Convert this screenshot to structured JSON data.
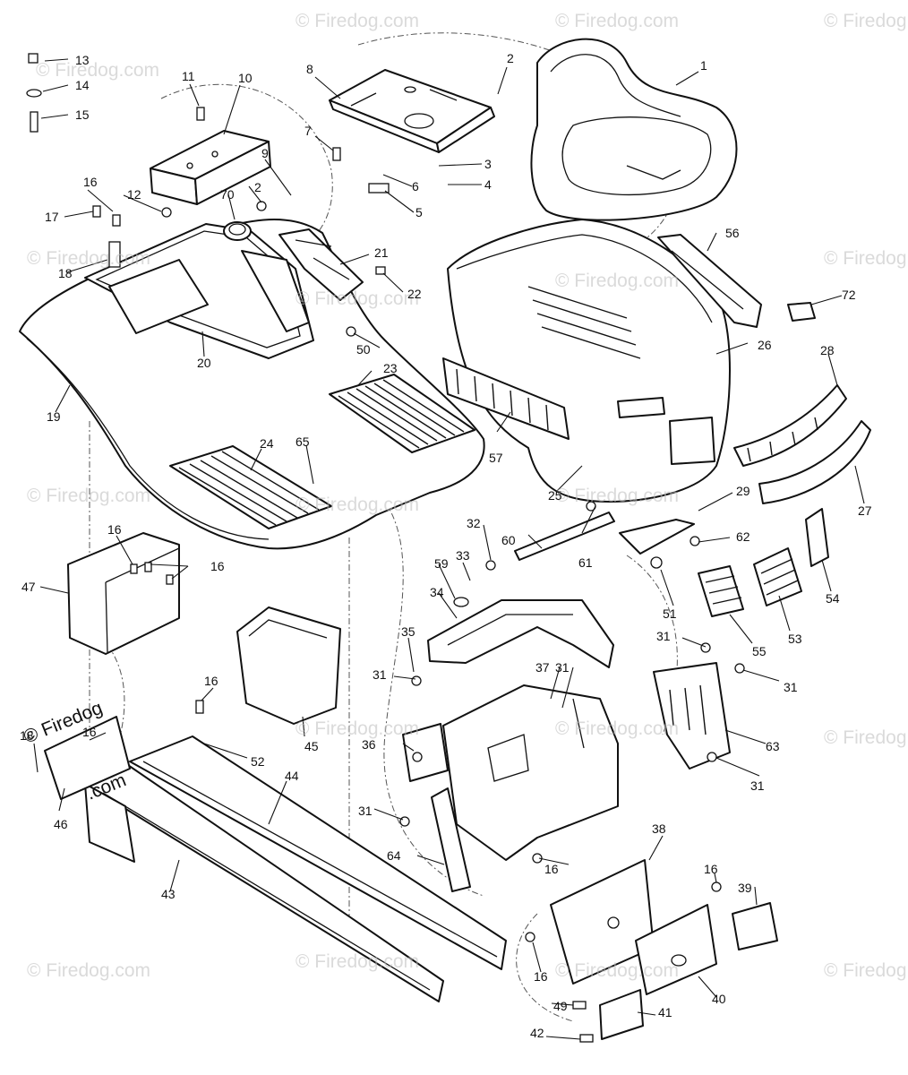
{
  "watermark": {
    "text": "© Firedog.com",
    "dark_text_1": "© Firedog",
    "dark_text_2": ".com"
  },
  "callouts": [
    "1",
    "2",
    "3",
    "4",
    "5",
    "6",
    "7",
    "8",
    "9",
    "10",
    "11",
    "12",
    "13",
    "14",
    "15",
    "16",
    "17",
    "18",
    "19",
    "20",
    "21",
    "22",
    "23",
    "24",
    "25",
    "26",
    "27",
    "28",
    "29",
    "31",
    "32",
    "33",
    "34",
    "35",
    "36",
    "37",
    "38",
    "39",
    "40",
    "41",
    "42",
    "43",
    "44",
    "45",
    "46",
    "47",
    "49",
    "50",
    "51",
    "52",
    "53",
    "54",
    "55",
    "56",
    "57",
    "59",
    "60",
    "61",
    "62",
    "63",
    "64",
    "65",
    "70",
    "72"
  ]
}
